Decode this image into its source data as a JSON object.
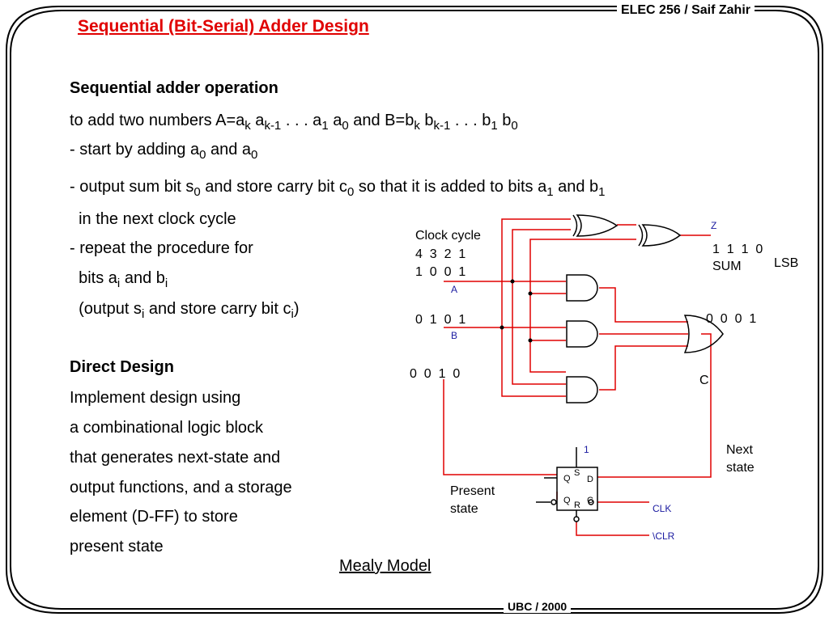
{
  "header": {
    "course": "ELEC 256 / Saif Zahir"
  },
  "footer": {
    "org": "UBC / 2000"
  },
  "title": "Sequential (Bit-Serial) Adder Design",
  "body": {
    "heading1": "Sequential adder operation",
    "line1": {
      "p1": "to add two numbers A=a",
      "s1": "k",
      "p2": " a",
      "s2": "k-1",
      "p3": " . . . a",
      "s3": "1",
      "p4": " a",
      "s4": "0",
      "p5": "  and  B=b",
      "s5": "k",
      "p6": " b",
      "s6": "k-1",
      "p7": " . . . b",
      "s7": "1",
      "p8": " b",
      "s8": "0"
    },
    "line2": {
      "p1": "- start by adding a",
      "s1": "0",
      "p2": " and a",
      "s2": "0"
    },
    "line3": {
      "p1": "- output sum bit s",
      "s1": "0",
      "p2": " and store carry bit c",
      "s2": "0",
      "p3": " so that it is added to bits a",
      "s3": "1",
      "p4": " and b",
      "s4": "1"
    },
    "line4": "  in the next clock cycle",
    "line5": "- repeat the procedure for",
    "line6": {
      "p1": "  bits a",
      "s1": "i",
      "p2": " and b",
      "s2": "i"
    },
    "line7": {
      "p1": "  (output s",
      "s1": "i",
      "p2": " and store carry bit c",
      "s2": "i",
      "p3": ")"
    },
    "heading2": "Direct Design",
    "lines": [
      "Implement design using",
      "a combinational logic block",
      "that generates next-state and",
      "output functions, and a storage",
      "element (D-FF) to store",
      "present state"
    ]
  },
  "diagram": {
    "clock_cycle_label": "Clock cycle",
    "cycle_numbers": "4  3  2  1",
    "a_bits": "1  0  0  1",
    "b_bits": "0  1  0  1",
    "present_state_bits": "0  0  1  0",
    "carry_out_bits": "0  0  0  1",
    "sum_bits": "1  1  1  0",
    "sum_label": "SUM",
    "lsb_label": "LSB",
    "signal_a": "A",
    "signal_b": "B",
    "signal_z": "Z",
    "carry_label": "C",
    "next_state_line1": "Next",
    "next_state_line2": "state",
    "present_state_line1": "Present",
    "present_state_line2": "state",
    "ff_set_value": "1",
    "ff_s": "S",
    "ff_r": "R",
    "ff_q": "Q",
    "ff_qbar": "Q",
    "ff_d": "D",
    "ff_c": "C",
    "clk_label": "CLK",
    "clr_label": "\\CLR",
    "model_label": "Mealy Model"
  },
  "colors": {
    "title": "#e00000",
    "wire": "#e00000",
    "signal_label": "#1a1aa0"
  }
}
